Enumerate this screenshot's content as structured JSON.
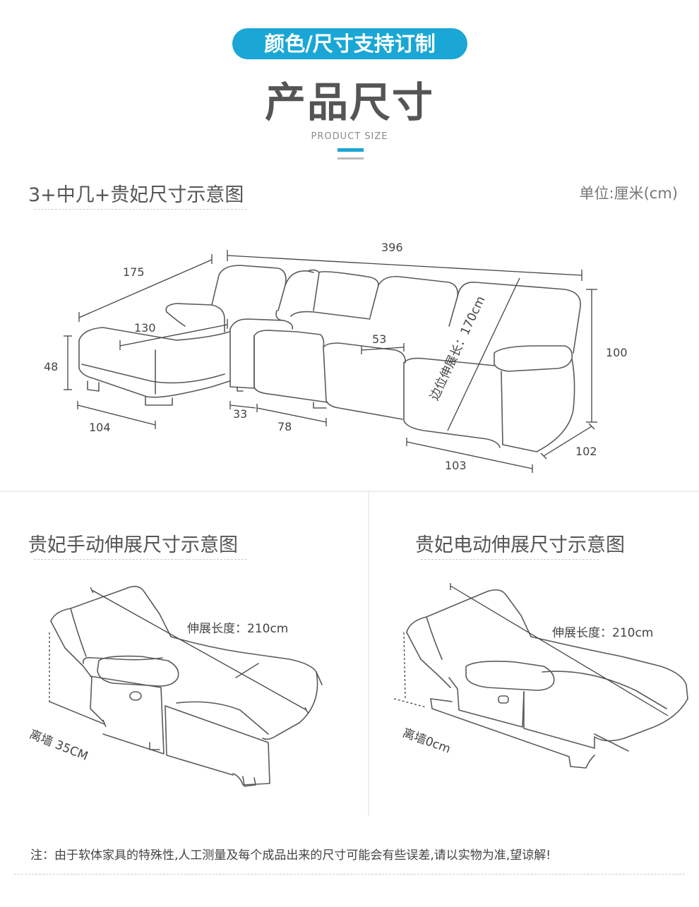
{
  "header": {
    "badge": "颜色/尺寸支持订制",
    "title": "产品尺寸",
    "subtitle": "PRODUCT SIZE"
  },
  "section1": {
    "title": "3+中几+贵妃尺寸示意图",
    "unit": "单位:厘米(cm)",
    "dims": {
      "d396": "396",
      "d175": "175",
      "d130": "130",
      "d48": "48",
      "d104": "104",
      "d33": "33",
      "d78": "78",
      "d53": "53",
      "d100": "100",
      "d102": "102",
      "d103": "103",
      "diag": "边位伸展长：170cm"
    }
  },
  "section2": {
    "title": "贵妃手动伸展尺寸示意图",
    "extend": "伸展长度：210cm",
    "wall": "离墙 35CM"
  },
  "section3": {
    "title": "贵妃电动伸展尺寸示意图",
    "extend": "伸展长度：210cm",
    "wall": "离墙0cm"
  },
  "footer": {
    "note": "注：由于软体家具的特殊性,人工测量及每个成品出来的尺寸可能会有些误差,请以实物为准,望谅解!"
  },
  "colors": {
    "accent": "#1aa7d6",
    "line": "#555555"
  }
}
